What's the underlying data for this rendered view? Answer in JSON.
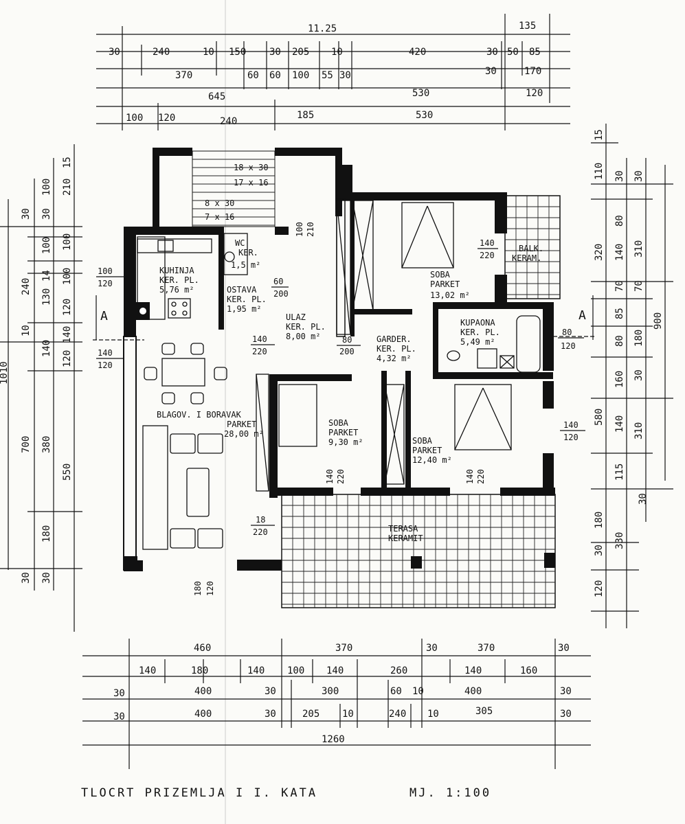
{
  "dimensions": {
    "top": {
      "overall": "11.25",
      "balcony": "135",
      "row1": [
        "30",
        "240",
        "10",
        "150",
        "30",
        "205",
        "10",
        "420",
        "30",
        "50",
        "85"
      ],
      "row2": [
        "370",
        "60",
        "60",
        "100",
        "55",
        "30",
        "30",
        "170"
      ],
      "row3": [
        "645",
        "530",
        "120"
      ],
      "row4": [
        "100",
        "120",
        "240",
        "185",
        "530"
      ]
    },
    "left": {
      "outer": [
        "240",
        "10",
        "700",
        "1010"
      ],
      "mid": [
        "30",
        "30",
        "14",
        "130",
        "120",
        "140",
        "120",
        "380",
        "180",
        "30"
      ],
      "inner": [
        "100",
        "210",
        "15",
        "100",
        "100",
        "100",
        "140",
        "550",
        "30"
      ]
    },
    "right": {
      "outer": [
        "900"
      ],
      "mid": [
        "320",
        "580",
        "330",
        "120"
      ],
      "inner": [
        "110",
        "15",
        "30",
        "140",
        "70",
        "85",
        "80",
        "160",
        "140",
        "115",
        "180",
        "30"
      ],
      "inner2": [
        "30",
        "80",
        "310",
        "70",
        "180",
        "30",
        "310",
        "30"
      ]
    },
    "bottom": {
      "row1": [
        "460",
        "370",
        "30",
        "370",
        "30"
      ],
      "row2": [
        "140",
        "180",
        "140",
        "100",
        "140",
        "260",
        "140",
        "160"
      ],
      "row3": [
        "30",
        "400",
        "30",
        "300",
        "60",
        "10",
        "400",
        "30"
      ],
      "row4": [
        "30",
        "400",
        "30",
        "205",
        "10",
        "240",
        "10",
        "305",
        "30"
      ],
      "overall": "1260"
    }
  },
  "rooms": {
    "kuhinja": [
      "KUHINJA",
      "KER. PL.",
      "5,76 m²"
    ],
    "wc": [
      "WC",
      "KER.",
      "1,5 m²"
    ],
    "ostava": [
      "OSTAVA",
      "KER. PL.",
      "1,95 m²"
    ],
    "ulaz": [
      "ULAZ",
      "KER. PL.",
      "8,00 m²"
    ],
    "soba1": [
      "SOBA",
      "PARKET",
      "13,02 m²"
    ],
    "balk": [
      "BALK.",
      "KERAM."
    ],
    "kupaona": [
      "KUPAONA",
      "KER. PL.",
      "5,49 m²"
    ],
    "garder": [
      "GARDER.",
      "KER. PL.",
      "4,32 m²"
    ],
    "blagov": [
      "BLAGOV. I BORAVAK",
      "PARKET",
      "28,00 m²"
    ],
    "soba2": [
      "SOBA",
      "PARKET",
      "9,30 m²"
    ],
    "soba3": [
      "SOBA",
      "PARKET",
      "12,40 m²"
    ],
    "terasa": [
      "TERASA",
      "KERAMIT"
    ]
  },
  "stairs": [
    "18 x 30",
    "17 x 16",
    "8 x 30",
    "7 x 16"
  ],
  "openings": {
    "kuhinja_win": [
      "100",
      "120"
    ],
    "blagov_win": [
      "140",
      "120"
    ],
    "door_140_220": [
      "140",
      "220"
    ],
    "door_80_200": [
      "80",
      "200"
    ],
    "door_60_200": [
      "60",
      "200"
    ],
    "door_100_210": [
      "100",
      "210"
    ],
    "door_18_220": [
      "18",
      "220"
    ],
    "door_80_120": [
      "80",
      "120"
    ],
    "door_140_120": [
      "140",
      "120"
    ],
    "door_180_120": [
      "180",
      "120"
    ],
    "soba_220a": [
      "140",
      "220"
    ],
    "soba_220b": [
      "140",
      "220"
    ],
    "soba_220c": [
      "140",
      "220"
    ]
  },
  "section_marks": [
    "A",
    "A"
  ],
  "title": "TLOCRT PRIZEMLJA I I. KATA",
  "scale": "MJ. 1:100"
}
